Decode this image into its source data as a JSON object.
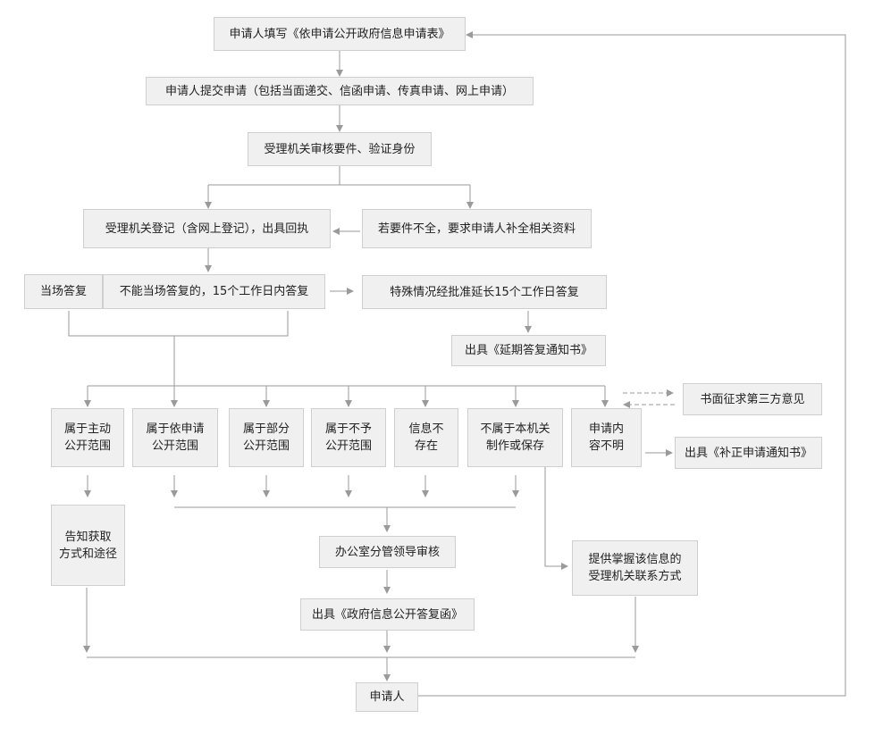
{
  "nodes": {
    "fill_form": "申请人填写《依申请公开政府信息申请表》",
    "submit": "申请人提交申请（包括当面递交、信函申请、传真申请、网上申请）",
    "review": "受理机关审核要件、验证身份",
    "register": "受理机关登记（含网上登记），出具回执",
    "incomplete": "若要件不全，要求申请人补全相关资料",
    "answer_now": "当场答复",
    "answer_15days": "不能当场答复的，15个工作日内答复",
    "extend": "特殊情况经批准延长15个工作日答复",
    "extend_notice": "出具《延期答复通知书》",
    "cat_active": "属于主动\n公开范围",
    "cat_apply": "属于依申请\n公开范围",
    "cat_partial": "属于部分\n公开范围",
    "cat_denied": "属于不予\n公开范围",
    "cat_none": "信息不\n存在",
    "cat_other_org": "不属于本机关\n制作或保存",
    "cat_unclear": "申请内\n容不明",
    "third_party": "书面征求第三方意见",
    "correction_notice": "出具《补正申请通知书》",
    "inform_way": "告知获取\n方式和途径",
    "office_review": "办公室分管领导审核",
    "provide_contact": "提供掌握该信息的\n受理机关联系方式",
    "reply_letter": "出具《政府信息公开答复函》",
    "applicant": "申请人"
  }
}
